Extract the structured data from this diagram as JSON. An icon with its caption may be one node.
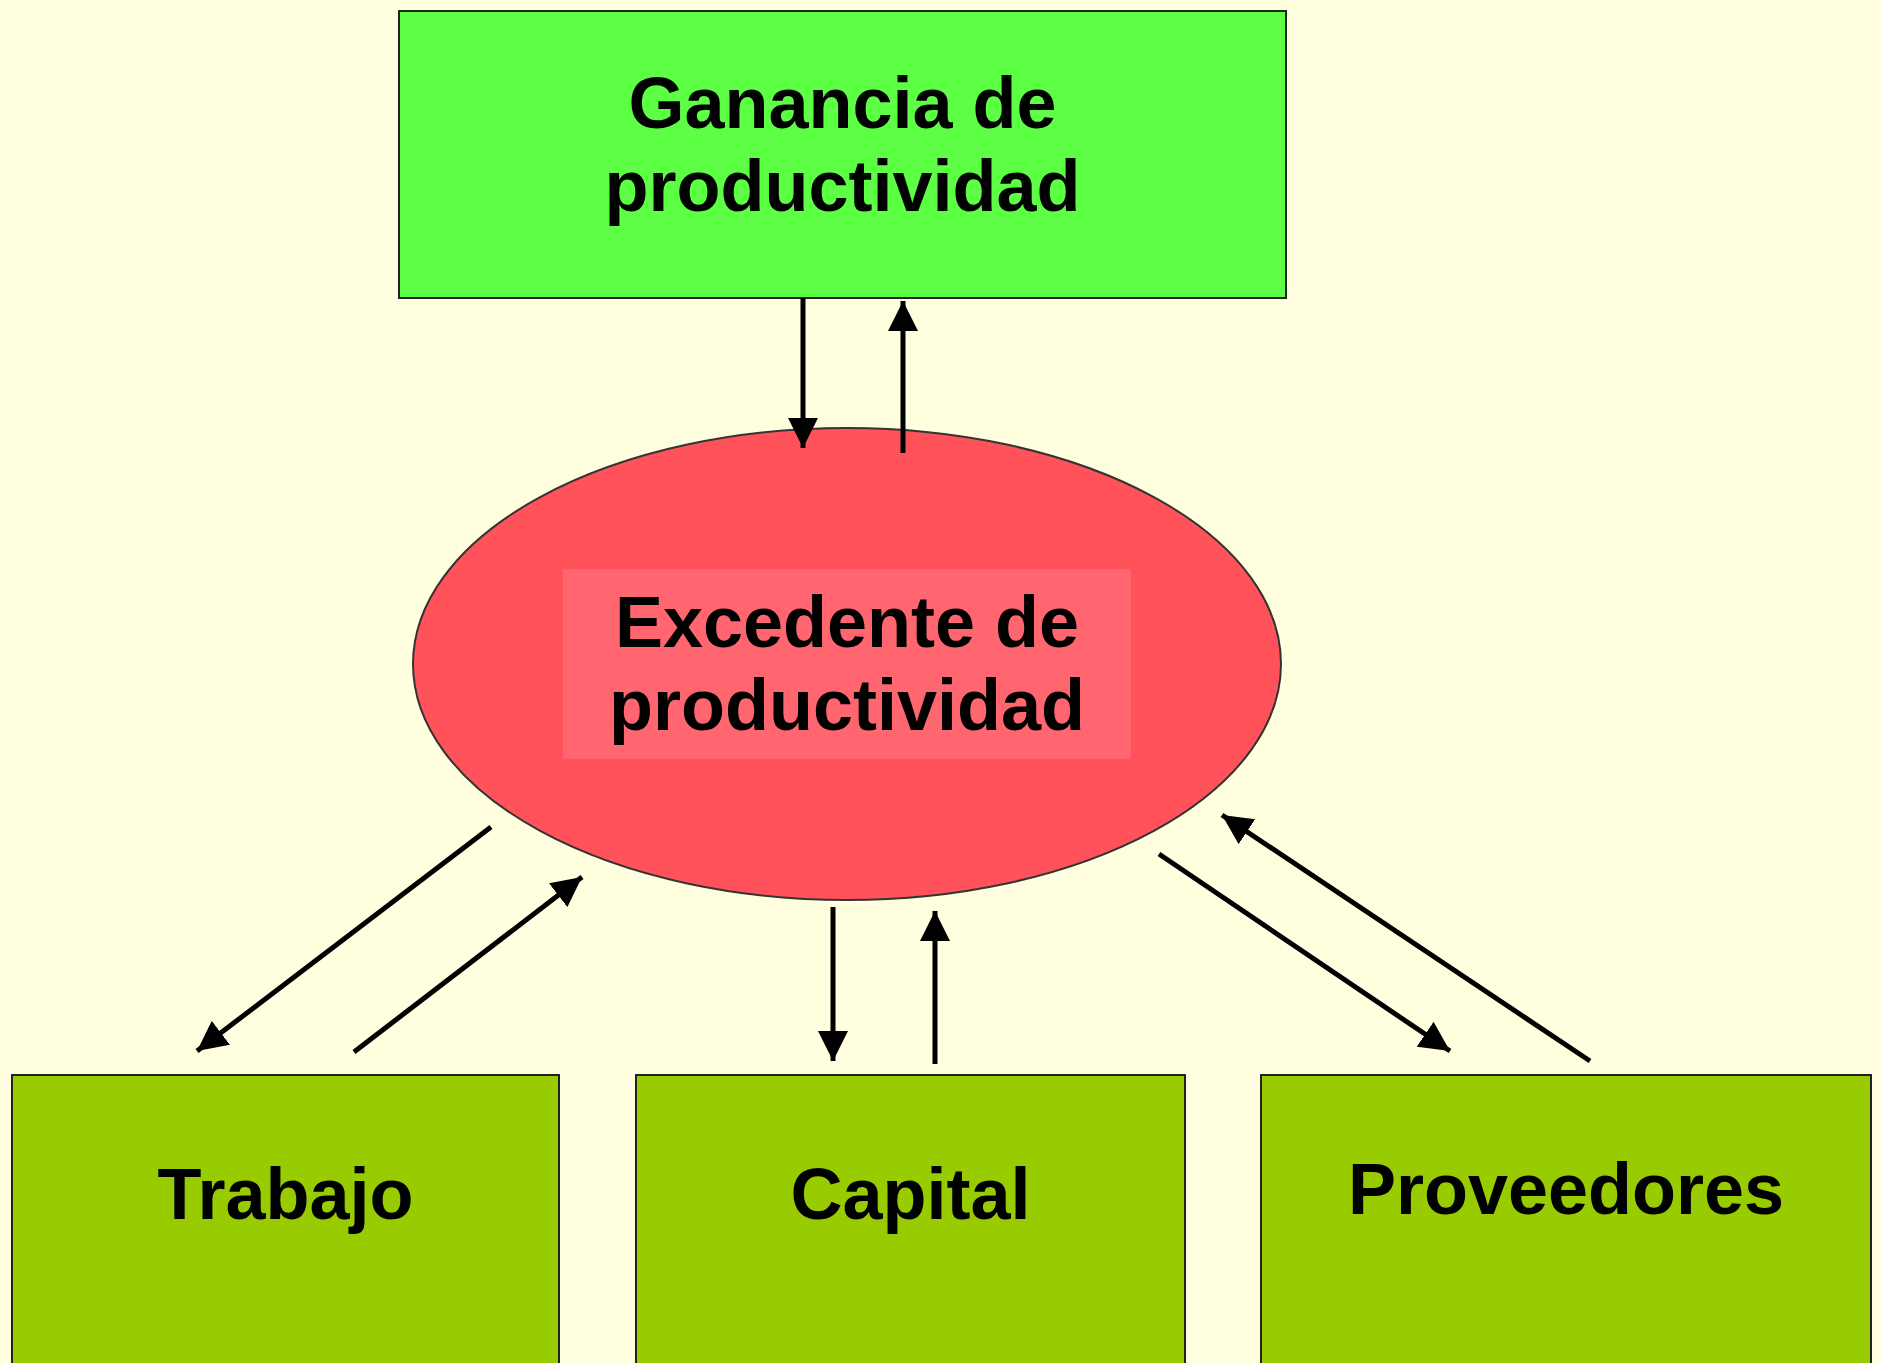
{
  "diagram": {
    "nodes": [
      {
        "text": [
          "Ganancia de productividad"
        ]
      },
      {
        "text": [
          "Excedente de productividad"
        ]
      },
      {
        "text": [
          "Trabajo"
        ]
      },
      {
        "text": [
          "Capital"
        ]
      },
      {
        "text": [
          "Proveedores"
        ]
      }
    ],
    "edges": [
      {
        "from": 0,
        "to": 1,
        "arrow": "to"
      },
      {
        "from": 1,
        "to": 0,
        "arrow": "to"
      },
      {
        "from": 1,
        "to": 2,
        "arrow": "to"
      },
      {
        "from": 2,
        "to": 1,
        "arrow": "to"
      },
      {
        "from": 1,
        "to": 3,
        "arrow": "to"
      },
      {
        "from": 3,
        "to": 1,
        "arrow": "to"
      },
      {
        "from": 1,
        "to": 4,
        "arrow": "to"
      },
      {
        "from": 4,
        "to": 1,
        "arrow": "to"
      }
    ]
  }
}
